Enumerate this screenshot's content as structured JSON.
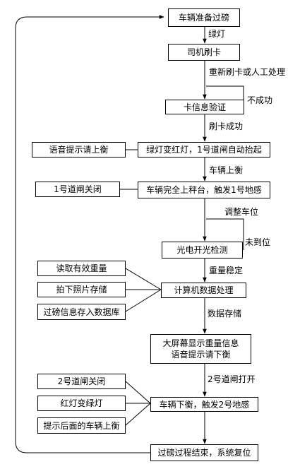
{
  "nodes": {
    "ready": "车辆准备过磅",
    "card_swipe": "司机刷卡",
    "card_verify": "卡信息验证",
    "gate1_open": "绿灯变红灯，1号道闸自动抬起",
    "on_scale": "车辆完全上秤台，触发1号地感",
    "photo_check": "光电开光检测",
    "compute": "计算机数据处理",
    "display_line1": "大屏幕显示重量信息",
    "display_line2": "语音提示请下衡",
    "off_scale": "车辆下衡，触发2号地感",
    "finish": "过磅过程结束，系统复位"
  },
  "side_boxes": {
    "voice_up": "语音提示请上衡",
    "gate1_close": "1号道闸关闭",
    "read_weight": "读取有效重量",
    "photo_store": "拍下照片存储",
    "db_store": "过磅信息存入数据库",
    "gate2_close": "2号道闸关闭",
    "red_green": "红灯变绿灯",
    "next_vehicle": "提示后面的车辆上衡"
  },
  "labels": {
    "green": "绿灯",
    "retry": "重新刷卡或人工处理",
    "fail": "不成功",
    "swipe_ok": "刷卡成功",
    "vehicle_up": "车辆上衡",
    "adjust": "调整车位",
    "not_in_place": "未到位",
    "stable": "重量稳定",
    "data_store": "数据存储",
    "gate2_open": "2号道闸打开"
  }
}
